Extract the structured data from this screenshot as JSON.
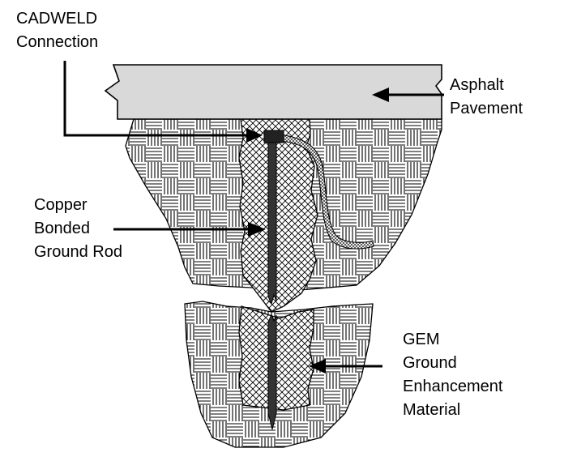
{
  "labels": {
    "cadweld": [
      "CADWELD",
      "Connection"
    ],
    "asphalt": [
      "Asphalt",
      "Pavement"
    ],
    "copper": [
      "Copper",
      "Bonded",
      "Ground Rod"
    ],
    "gem": [
      "GEM",
      "Ground",
      "Enhancement",
      "Material"
    ]
  },
  "colors": {
    "ink": "#000000",
    "pavement": "#d9d9d9",
    "rod": "#333333",
    "background": "#ffffff"
  }
}
